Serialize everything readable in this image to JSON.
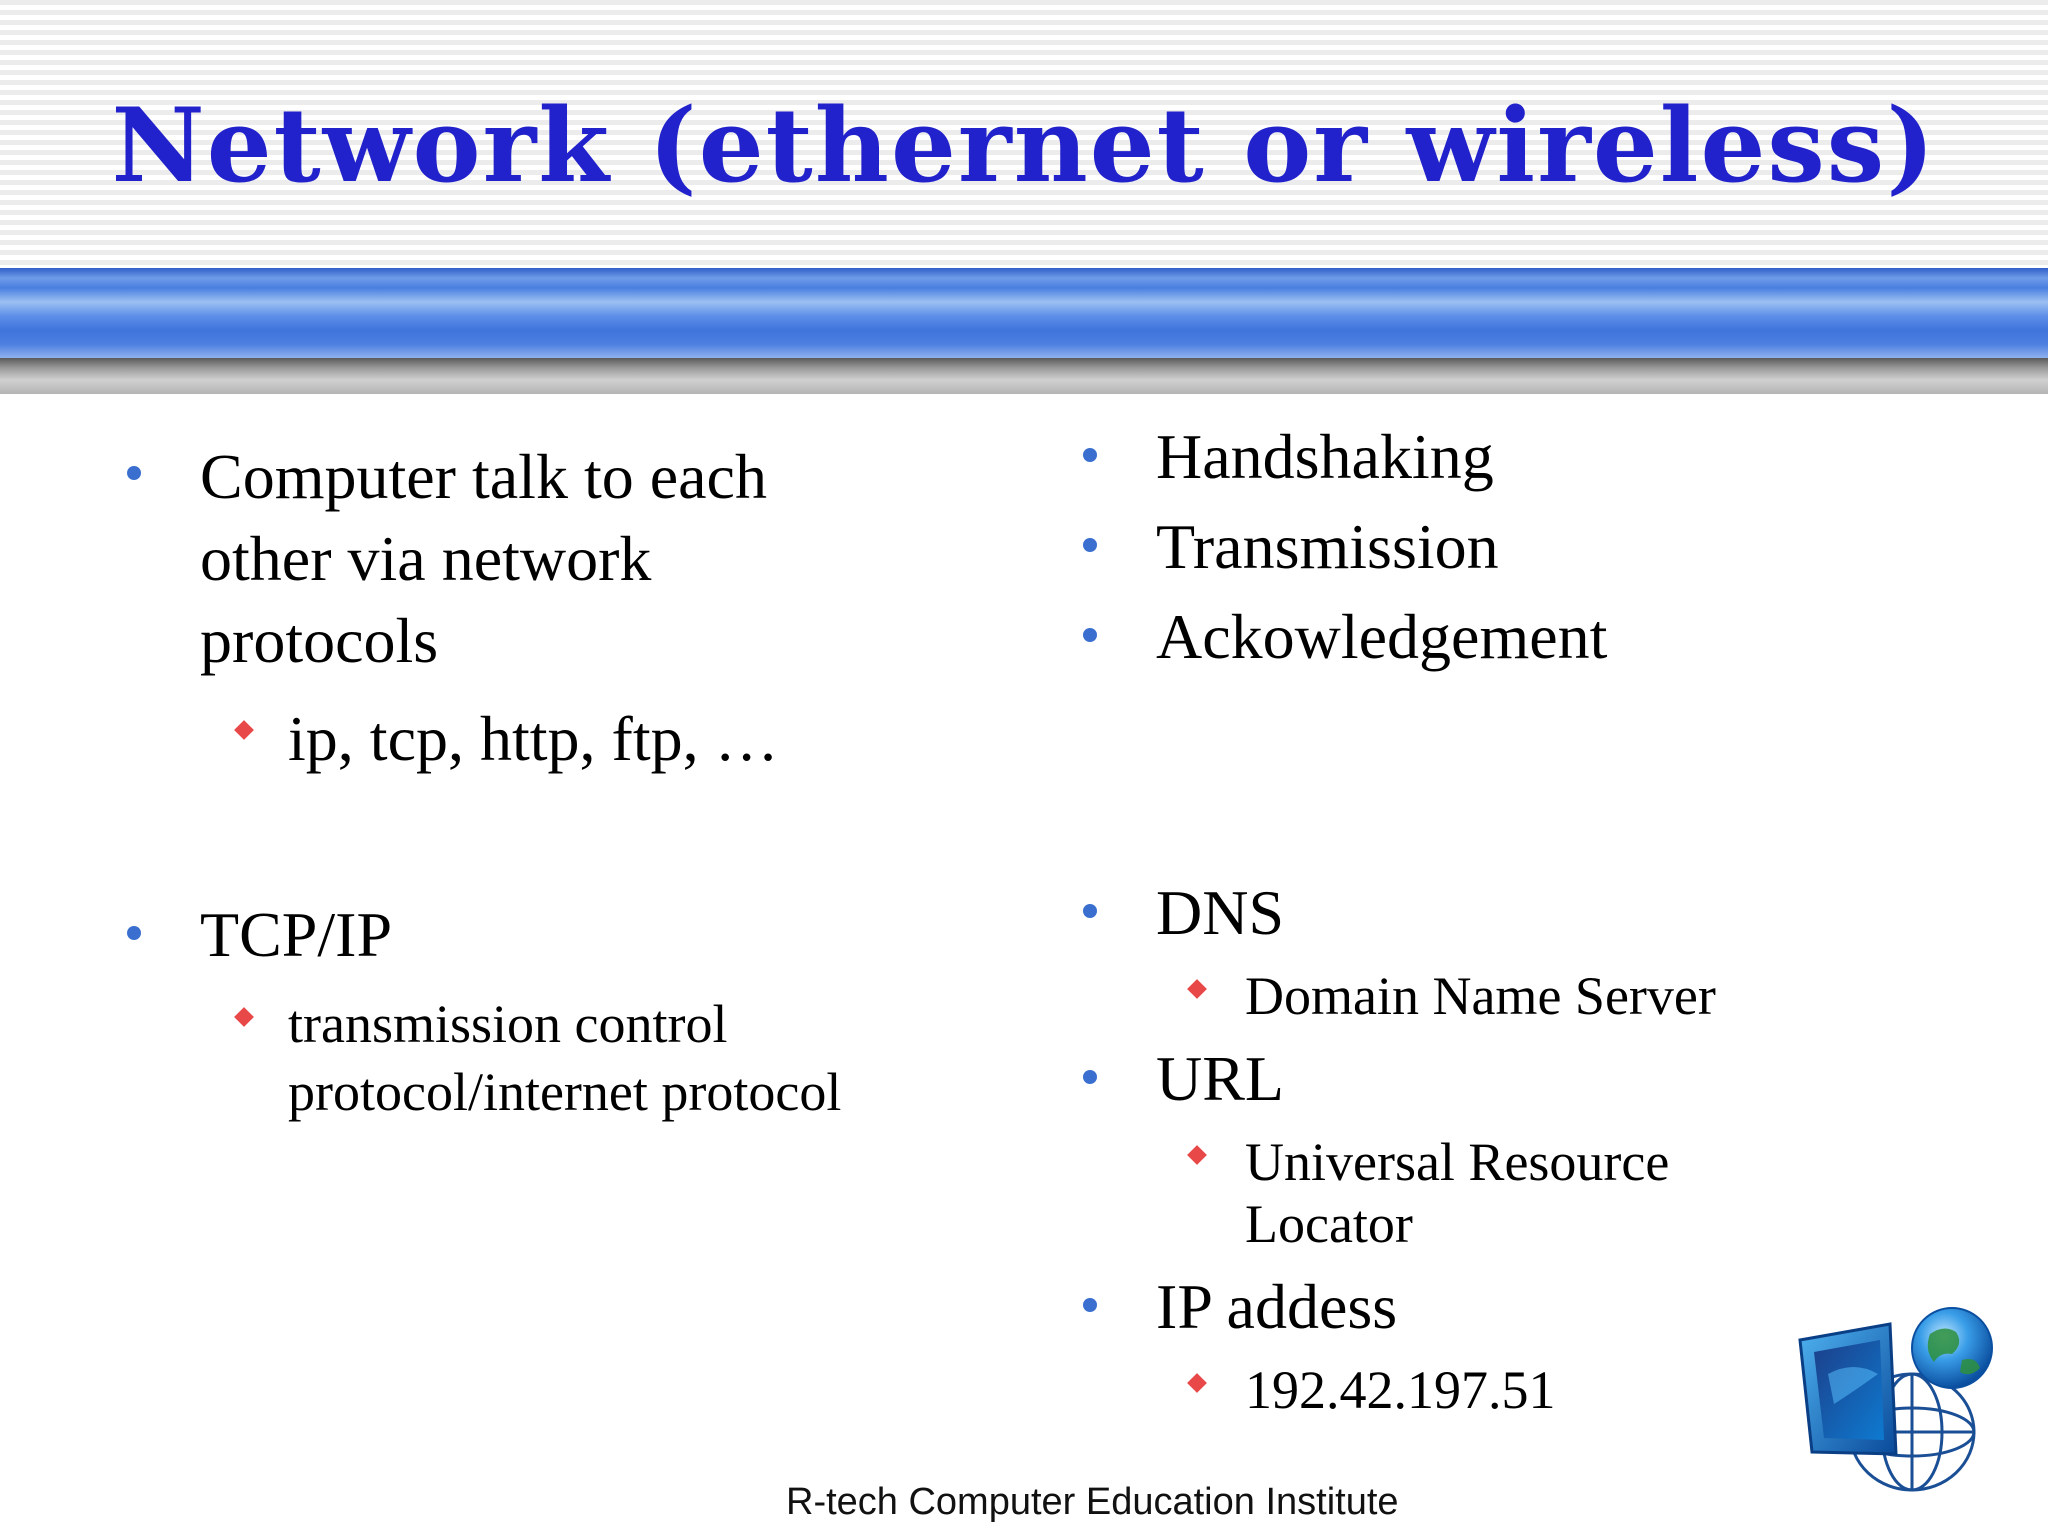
{
  "slide": {
    "title": "Network (ethernet or wireless)",
    "left_column": [
      {
        "text_lines": [
          "Computer talk to each",
          "other via network",
          "protocols"
        ],
        "sub": [
          {
            "text_lines": [
              "ip, tcp, http, ftp, …"
            ]
          }
        ]
      },
      {
        "text_lines": [
          "TCP/IP"
        ],
        "sub": [
          {
            "text_lines": [
              "transmission control",
              "protocol/internet protocol"
            ]
          }
        ]
      }
    ],
    "right_column": [
      {
        "text_lines": [
          "Handshaking"
        ]
      },
      {
        "text_lines": [
          "Transmission"
        ]
      },
      {
        "text_lines": [
          "Ackowledgement"
        ]
      },
      {
        "text_lines": [
          "DNS"
        ],
        "sub": [
          {
            "text_lines": [
              "Domain Name Server"
            ]
          }
        ]
      },
      {
        "text_lines": [
          "URL"
        ],
        "sub": [
          {
            "text_lines": [
              "Universal Resource",
              "Locator"
            ]
          }
        ]
      },
      {
        "text_lines": [
          "IP addess"
        ],
        "sub": [
          {
            "text_lines": [
              "192.42.197.51"
            ]
          }
        ]
      }
    ],
    "footer": "R-tech Computer Education Institute",
    "logo_icon": "globe-monitor-icon",
    "colors": {
      "title": "#2222cc",
      "bullet_primary": "#3a6fd0",
      "bullet_secondary": "#e84848"
    }
  }
}
